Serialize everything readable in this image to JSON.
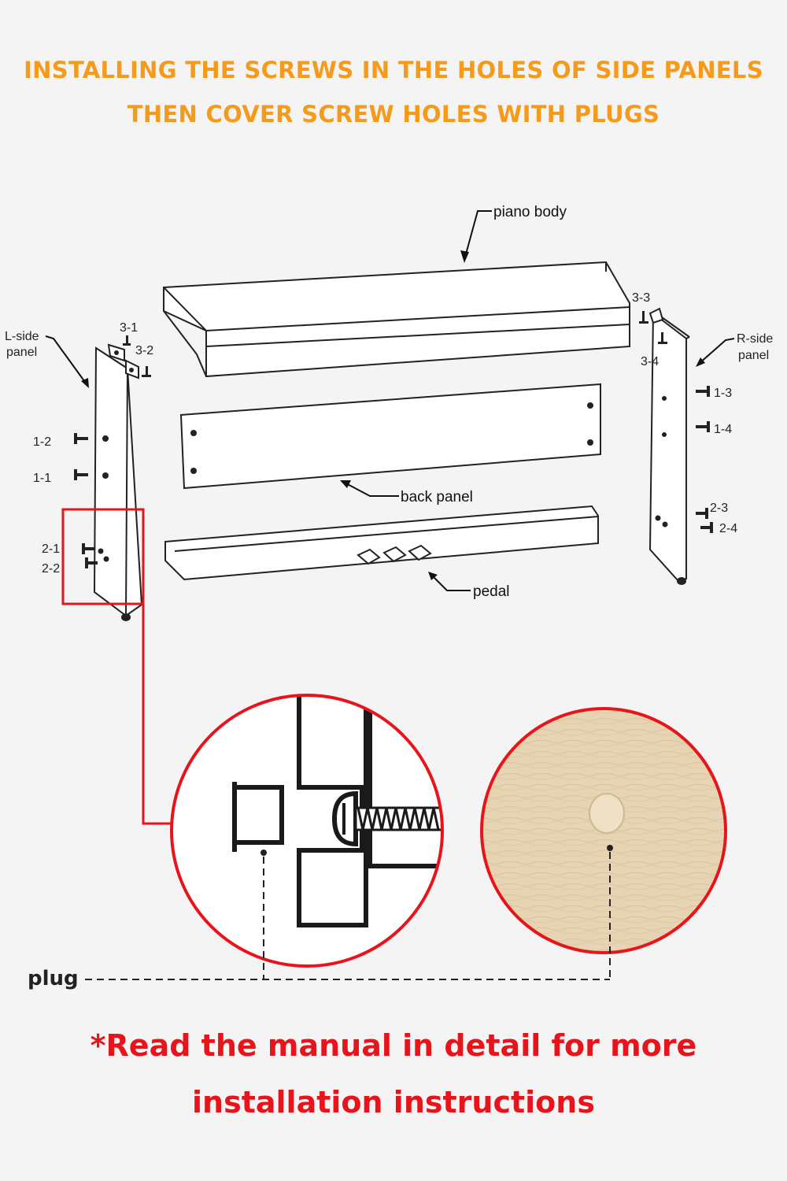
{
  "heading": {
    "line1": "INSTALLING THE SCREWS IN THE HOLES OF SIDE PANELS",
    "line2": "THEN COVER SCREW HOLES WITH PLUGS"
  },
  "labels": {
    "piano_body": "piano body",
    "back_panel": "back panel",
    "pedal": "pedal",
    "l_side_1": "L-side",
    "l_side_2": "panel",
    "r_side_1": "R-side",
    "r_side_2": "panel",
    "plug": "plug"
  },
  "screw_labels": {
    "s3_1": "3-1",
    "s3_2": "3-2",
    "s1_2": "1-2",
    "s1_1": "1-1",
    "s2_1": "2-1",
    "s2_2": "2-2",
    "s3_3": "3-3",
    "s3_4": "3-4",
    "s1_3": "1-3",
    "s1_4": "1-4",
    "s2_3": "2-3",
    "s2_4": "2-4"
  },
  "footer": {
    "line1": "*Read the manual in detail for more",
    "line2": "installation instructions"
  },
  "colors": {
    "heading": "#f59a1b",
    "highlight": "#e8141b",
    "wood": "#e6d2b0"
  }
}
